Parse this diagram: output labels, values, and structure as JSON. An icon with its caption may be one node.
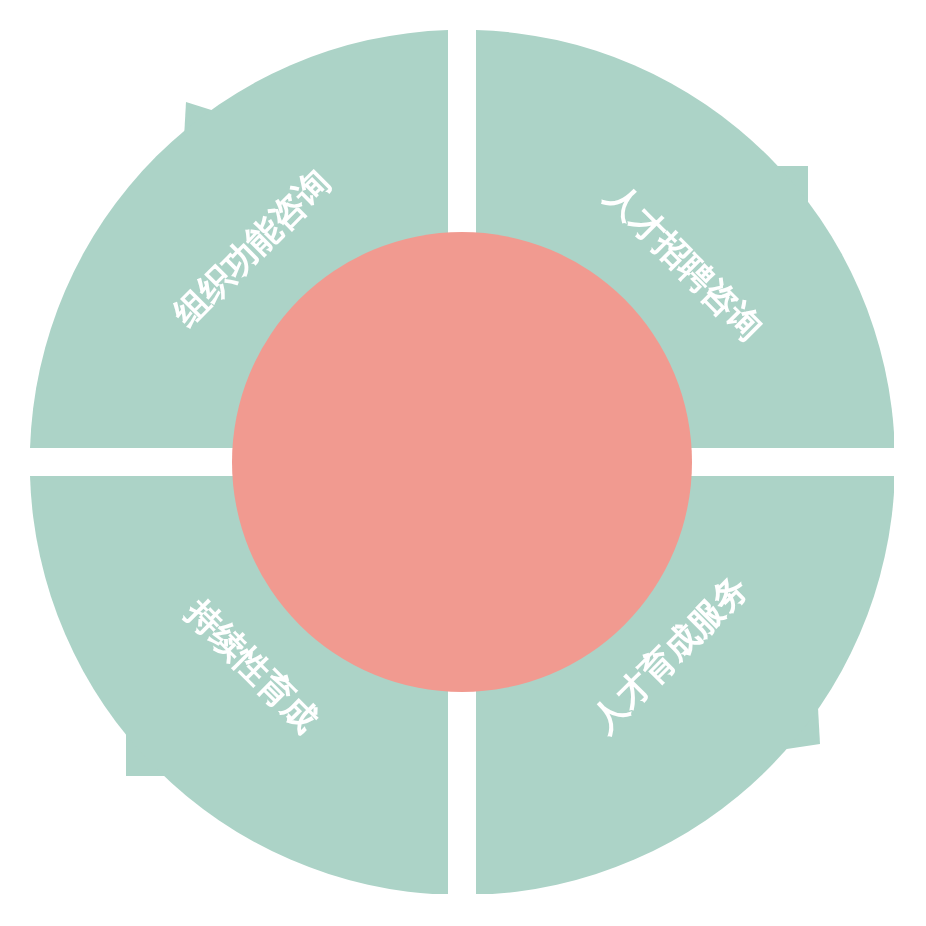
{
  "diagram": {
    "nodes": [
      {
        "text": [
          "组织功能咨询"
        ]
      },
      {
        "text": [
          "人才招聘咨询"
        ]
      },
      {
        "text": [
          "持续性育成"
        ]
      },
      {
        "text": [
          "人才育成服务"
        ]
      },
      {
        "text": [],
        "shape": "circle"
      }
    ]
  }
}
